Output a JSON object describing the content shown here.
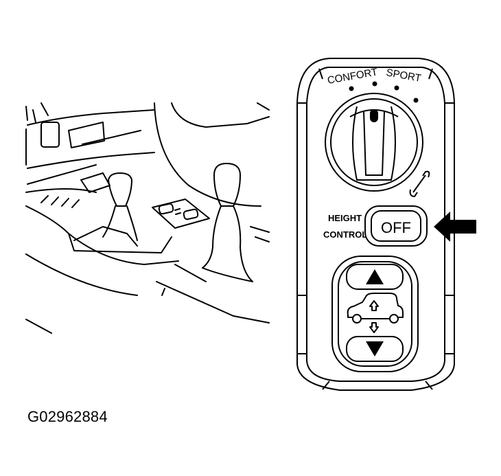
{
  "panel": {
    "mode_left_label": "CONFORT",
    "mode_right_label": "SPORT",
    "height_label_line1": "HEIGHT",
    "height_label_line2": "CONTROL",
    "off_button_label": "OFF"
  },
  "figure_id": "G02962884",
  "icons": {
    "arrow": "left-pointing-arrow-icon",
    "up": "up-triangle-icon",
    "down": "down-triangle-icon",
    "vehicle": "vehicle-height-icon",
    "wrench": "wrench-icon"
  },
  "colors": {
    "ink": "#000000",
    "paper": "#ffffff"
  }
}
